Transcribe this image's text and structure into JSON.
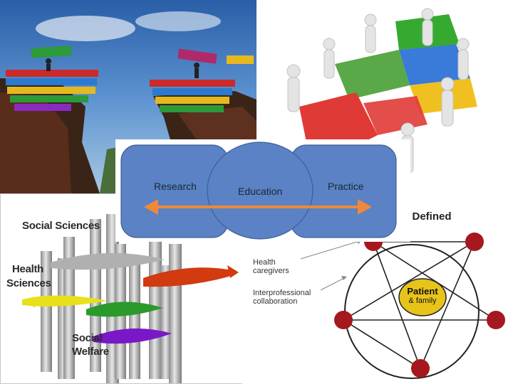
{
  "venn": {
    "left_label": "Research",
    "center_label": "Education",
    "right_label": "Practice",
    "circle_color": "#5a82c4",
    "arrow_color": "#f0883a"
  },
  "pillars": {
    "labels": {
      "social_sciences": "Social Sciences",
      "health_line1": "Health",
      "health_line2": "Sciences",
      "welfare_line1": "Social",
      "welfare_line2": "Welfare"
    },
    "ribbon_colors": [
      "#b0b0b0",
      "#d23a10",
      "#e8e01a",
      "#2a9a2a",
      "#7a18c8"
    ]
  },
  "care_diagram": {
    "title_fragment": "e Defined",
    "health_line1": "Health",
    "health_line2": "caregivers",
    "inter_line1": "Interprofessional",
    "inter_line2": "collaboration",
    "patient": "Patient",
    "family": "& family",
    "node_color": "#a5181e",
    "center_color": "#e8c41a"
  },
  "images": {
    "bridge": "people carrying colorful blocks to bridge a cliff gap",
    "puzzle": "white figures assembling colored puzzle pieces"
  }
}
